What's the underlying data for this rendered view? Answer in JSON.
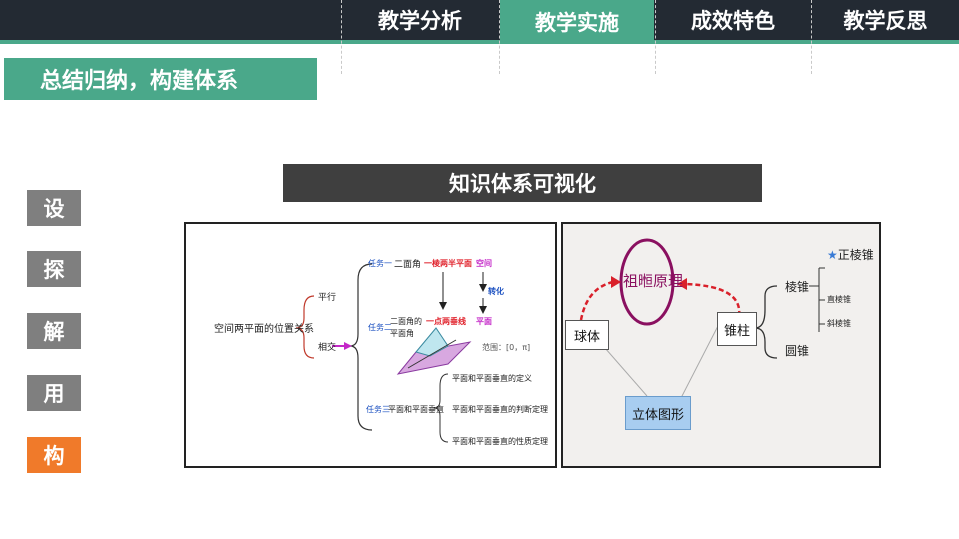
{
  "nav": {
    "tabs": [
      {
        "label": "教学分析",
        "active": false
      },
      {
        "label": "教学实施",
        "active": true
      },
      {
        "label": "成效特色",
        "active": false
      },
      {
        "label": "教学反思",
        "active": false
      }
    ]
  },
  "section": {
    "title": "总结归纳，构建体系"
  },
  "steps": [
    {
      "label": "设",
      "active": false
    },
    {
      "label": "探",
      "active": false
    },
    {
      "label": "解",
      "active": false
    },
    {
      "label": "用",
      "active": false
    },
    {
      "label": "构",
      "active": true
    }
  ],
  "banner": {
    "title": "知识体系可视化"
  },
  "left_map": {
    "root": "空间两平面的位置关系",
    "branch_parallel": "平行",
    "branch_intersect": "相交",
    "task1_label": "任务一",
    "task1_text": "二面角",
    "task1_red": "一棱两半平面",
    "task1_mag": "空间",
    "convert": "转化",
    "task2_label": "任务二",
    "task2_text_1": "二面角的",
    "task2_text_2": "平面角",
    "task2_red": "一点两垂线",
    "task2_mag": "平面",
    "range": "范围：[0，π]",
    "task3_label": "任务三",
    "task3_text": "平面和平面垂直",
    "task3_items": [
      "平面和平面垂直的定义",
      "平面和平面垂直的判断定理",
      "平面和平面垂直的性质定理"
    ]
  },
  "right_map": {
    "center": "祖暅原理",
    "ball": "球体",
    "cone_column": "锥柱",
    "solid": "立体图形",
    "pyramid": "棱锥",
    "cone": "圆锥",
    "regular_pyramid": "正棱锥",
    "right_pyramid": "直棱锥",
    "oblique_pyramid": "斜棱锥"
  },
  "colors": {
    "accent": "#4aa88a",
    "dark": "#232a33",
    "active_step": "#f07a2a",
    "step": "#7f7f7f",
    "arrow_red": "#d9202a",
    "circle": "#8a1060",
    "solid_box": "#a8cdf0"
  }
}
